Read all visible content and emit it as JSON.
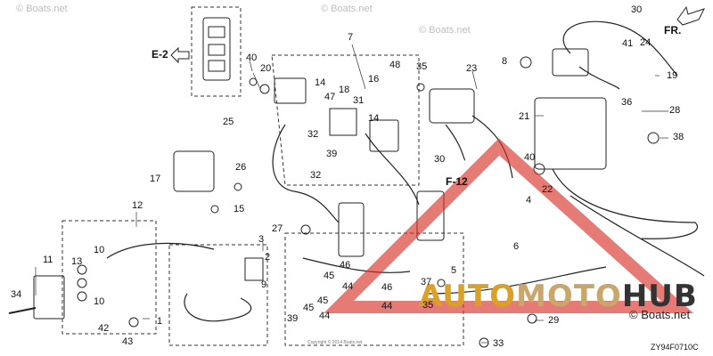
{
  "diagram": {
    "code": "ZY94F0710C",
    "direction_label": "FR.",
    "section_refs": [
      "E-2",
      "F-12"
    ],
    "watermark_top": "© Boats.net",
    "watermark_bottom": "© Boats.net",
    "copyright_fine": "Copyright © 2014 Boats.net",
    "brand_logo": {
      "text_a": "AUTO",
      "text_b": "MOTO",
      "text_c": "HUB",
      "color_a": "#d9a227",
      "color_b": "#c9a66b",
      "color_c": "#333333",
      "triangle_color": "#d9342b"
    },
    "colors": {
      "line": "#222222",
      "leader": "#333333"
    },
    "part_numbers": [
      "1",
      "2",
      "3",
      "4",
      "5",
      "6",
      "7",
      "8",
      "9",
      "10",
      "10",
      "11",
      "12",
      "13",
      "14",
      "14",
      "15",
      "16",
      "17",
      "18",
      "19",
      "20",
      "21",
      "22",
      "23",
      "24",
      "25",
      "26",
      "27",
      "28",
      "29",
      "30",
      "30",
      "31",
      "32",
      "32",
      "33",
      "34",
      "35",
      "35",
      "36",
      "37",
      "38",
      "39",
      "39",
      "40",
      "40",
      "41",
      "42",
      "43",
      "44",
      "44",
      "44",
      "45",
      "45",
      "45",
      "46",
      "46",
      "47",
      "48"
    ]
  }
}
